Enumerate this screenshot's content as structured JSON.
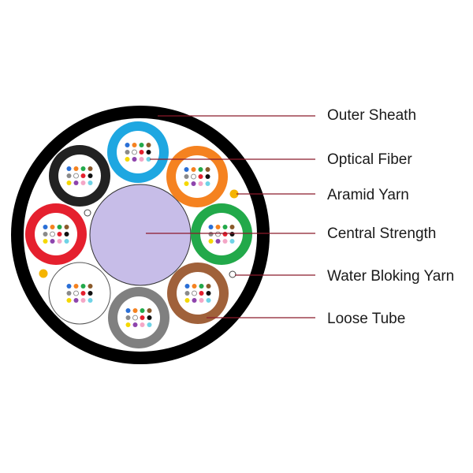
{
  "labels": {
    "outer_sheath": "Outer Sheath",
    "optical_fiber": "Optical Fiber",
    "aramid_yarn": "Aramid Yarn",
    "central_strength": "Central Strength",
    "water_blocking_yarn": "Water Bloking Yarn",
    "loose_tube": "Loose Tube"
  },
  "colors": {
    "sheath": "#000000",
    "central_member": "#c7bde8",
    "leader_line": "#8b1a2b",
    "aramid_yarn": "#f5b400",
    "water_blocking_yarn": "#ffffff",
    "tube_fill": "#ffffff"
  },
  "tube_colors": [
    {
      "name": "blue",
      "hex": "#1ea7e1"
    },
    {
      "name": "orange",
      "hex": "#f58220"
    },
    {
      "name": "green",
      "hex": "#22a94a"
    },
    {
      "name": "brown",
      "hex": "#a0613a"
    },
    {
      "name": "gray",
      "hex": "#808080"
    },
    {
      "name": "white",
      "hex": "#ffffff"
    },
    {
      "name": "red",
      "hex": "#e5202e"
    },
    {
      "name": "black",
      "hex": "#222222"
    }
  ],
  "fiber_colors": [
    "#2a6fd6",
    "#f58220",
    "#22a94a",
    "#8b5a2b",
    "#8a8a8a",
    "#ffffff",
    "#e5202e",
    "#111111",
    "#f5d800",
    "#8e44ad",
    "#f4a6c6",
    "#6fd3e6"
  ]
}
